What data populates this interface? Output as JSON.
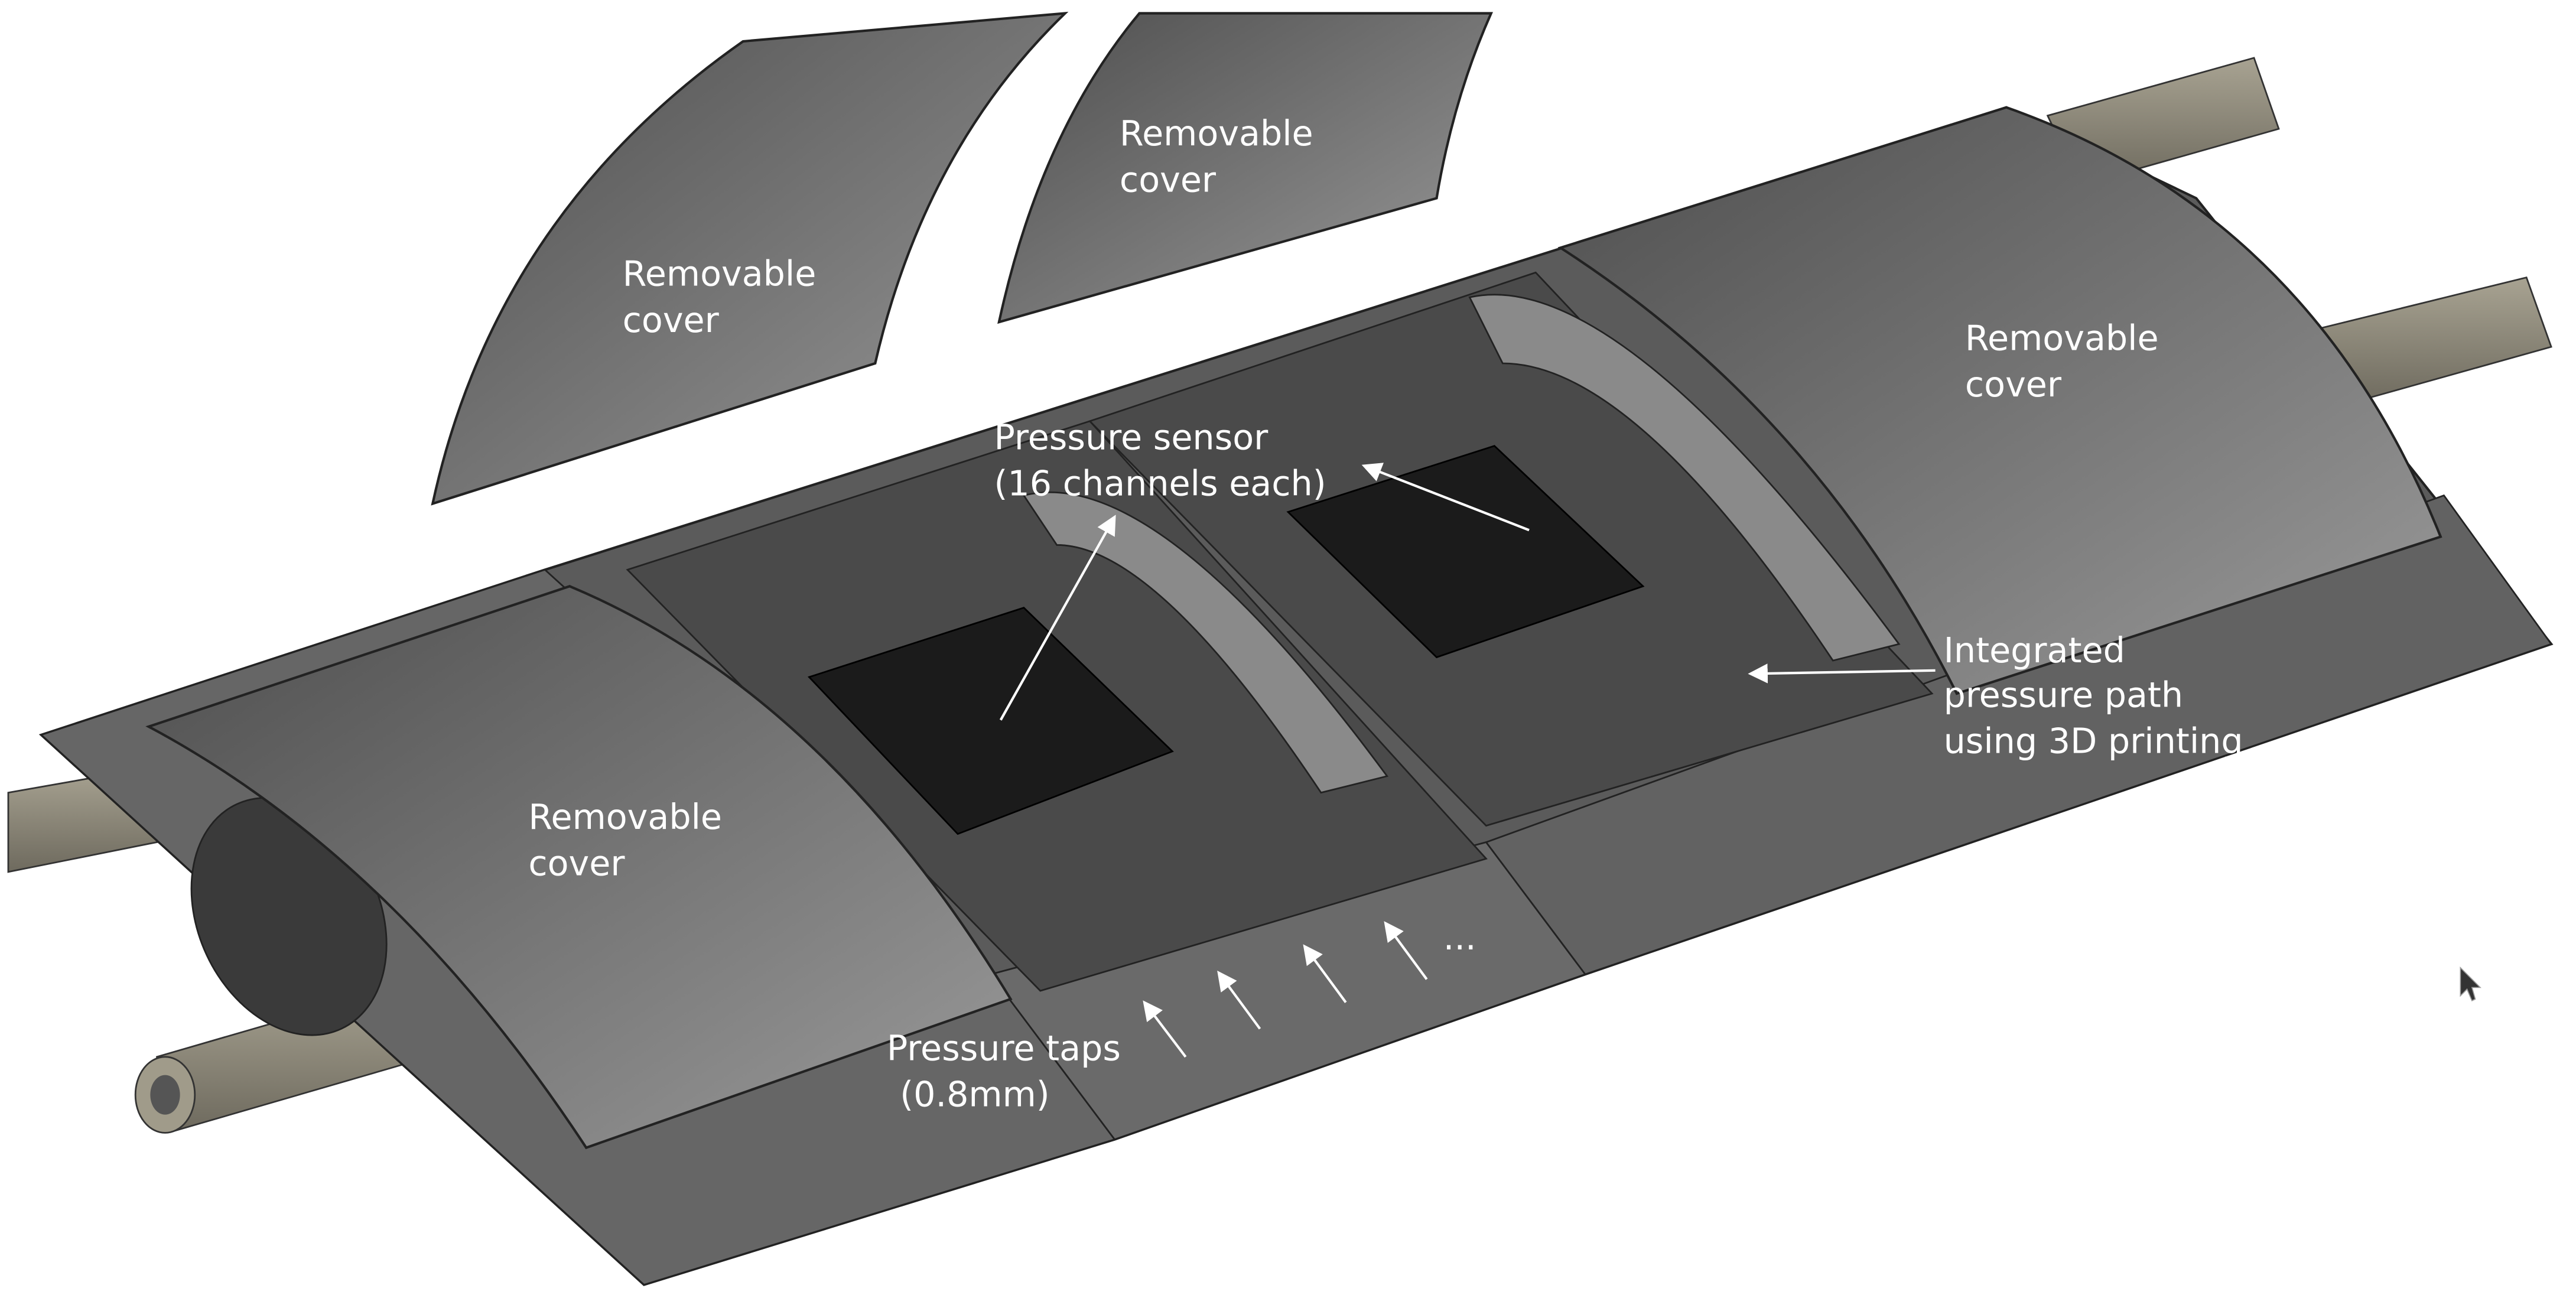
{
  "colors": {
    "body": "#5b5b5b",
    "cover_light": "#9a9a9a",
    "cover_dark": "#555555",
    "sensor": "#1b1b1b",
    "rod": "#8b8677",
    "annotation": "#ffffff"
  },
  "labels": {
    "cover_top_left": [
      "Removable",
      "cover"
    ],
    "cover_top_middle": [
      "Removable",
      "cover"
    ],
    "cover_right": [
      "Removable",
      "cover"
    ],
    "cover_left": [
      "Removable",
      "cover"
    ],
    "pressure_sensor": [
      "Pressure sensor",
      "(16 channels each)"
    ],
    "integrated_path": [
      "Integrated",
      "pressure path",
      "using 3D printing"
    ],
    "pressure_taps": [
      "Pressure taps",
      "(0.8mm)"
    ],
    "ellipsis": "..."
  },
  "icons": {
    "cursor": "mouse-pointer-icon"
  }
}
